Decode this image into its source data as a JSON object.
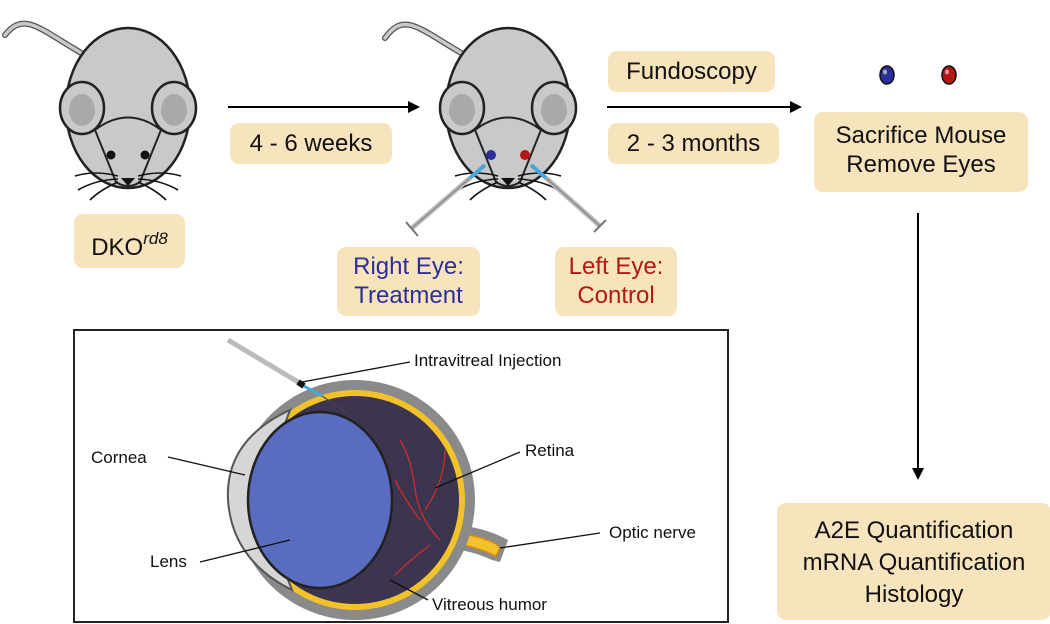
{
  "mouse_label": {
    "base": "DKO",
    "superscript": "rd8"
  },
  "arrow1_label": "4 - 6 weeks",
  "arrow2_label_top": "Fundoscopy",
  "arrow2_label_bottom": "2 - 3 months",
  "right_eye": {
    "line1": "Right Eye:",
    "line2": "Treatment",
    "color": "#2b2f9c"
  },
  "left_eye": {
    "line1": "Left Eye:",
    "line2": "Control",
    "color": "#b01a12"
  },
  "sacrifice": {
    "line1": "Sacrifice Mouse",
    "line2": "Remove Eyes"
  },
  "outcomes": {
    "line1": "A2E Quantification",
    "line2": "mRNA Quantification",
    "line3": "Histology"
  },
  "eye_diagram": {
    "injection": "Intravitreal Injection",
    "cornea": "Cornea",
    "retina": "Retina",
    "optic_nerve": "Optic nerve",
    "lens": "Lens",
    "vitreous": "Vitreous humor"
  },
  "colors": {
    "label_bg": "#f7e4bd",
    "mouse_body": "#c9c9c9",
    "lens": "#5a6cbf",
    "vitreous": "#3d3450",
    "retina": "#f2c22a"
  }
}
